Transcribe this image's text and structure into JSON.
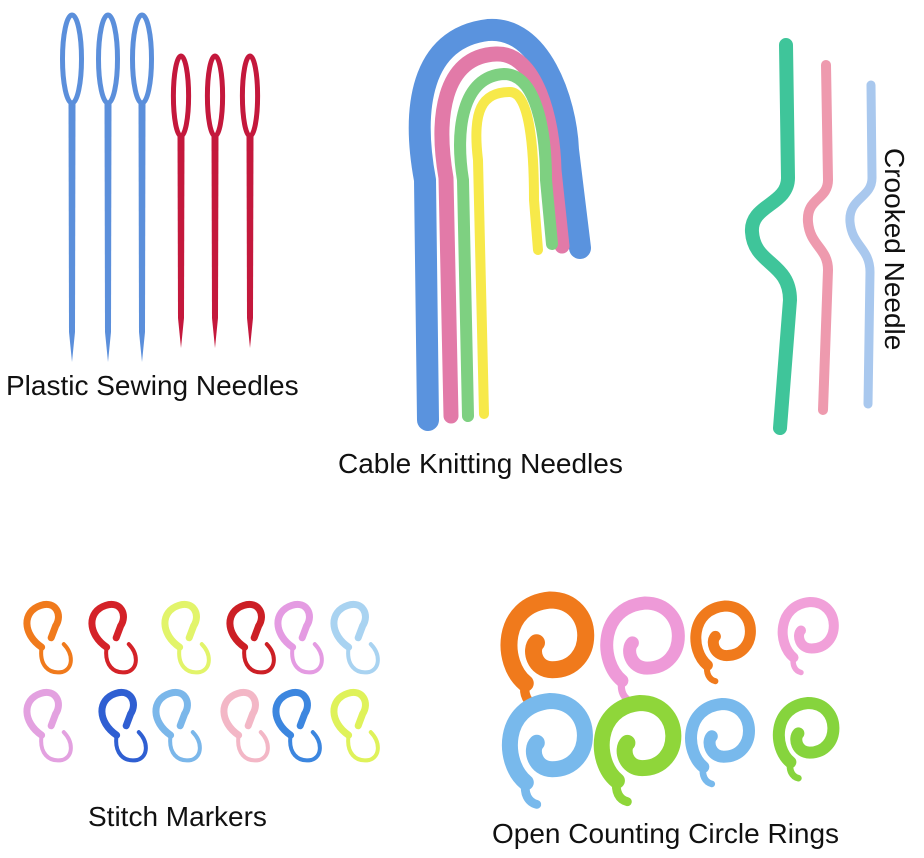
{
  "labels": {
    "sewing_needles": "Plastic Sewing Needles",
    "cable_needles": "Cable Knitting Needles",
    "crooked_needle": "Crooked Needle",
    "stitch_markers": "Stitch Markers",
    "counting_rings": "Open Counting Circle Rings"
  },
  "colors": {
    "background": "#ffffff",
    "text": "#111111",
    "sewing_blue": "#5b8fdb",
    "sewing_red": "#c4183c",
    "cable_blue": "#5a93de",
    "cable_pink": "#e27aa8",
    "cable_green": "#7ed081",
    "cable_yellow": "#f7e94a",
    "crooked_green": "#3fc59a",
    "crooked_pink": "#ee9aae",
    "crooked_blue": "#a9c8ee"
  },
  "stitch_marker_colors": [
    "#f07a1c",
    "#d42228",
    "#e2f46a",
    "#cc1f25",
    "#e49be2",
    "#a9d3f1",
    "#e3a1e0",
    "#2f5fd2",
    "#7bb7ea",
    "#f3b7c6",
    "#3c86df",
    "#dff25a"
  ],
  "ring_colors": [
    "#f07a1c",
    "#ee9ad8",
    "#f07a1c",
    "#f1a0d9",
    "#78b9ec",
    "#8fd63a",
    "#78b9ec",
    "#86d43d"
  ]
}
